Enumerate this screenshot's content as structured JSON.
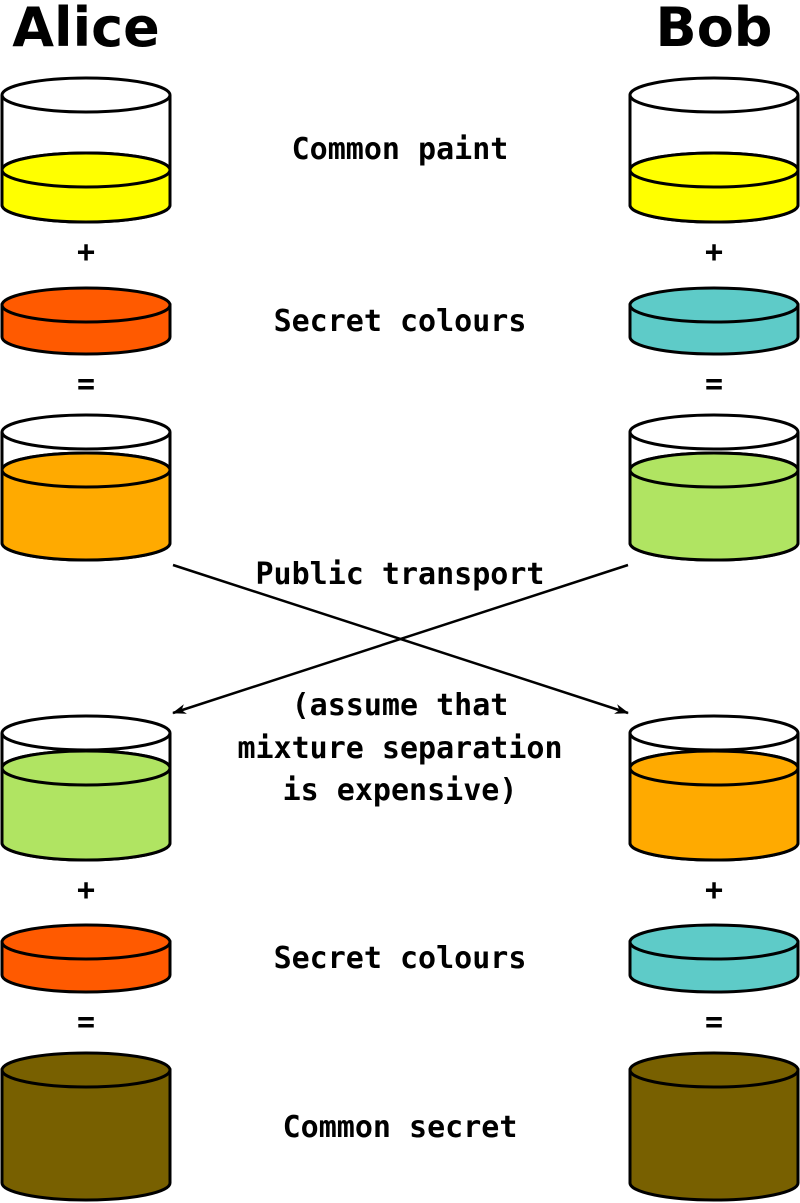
{
  "participants": {
    "left": "Alice",
    "right": "Bob"
  },
  "steps": {
    "common_paint": "Common paint",
    "secret_colours_1": "Secret colours",
    "public_transport": "Public transport",
    "assumption_line1": "(assume that",
    "assumption_line2": "mixture separation",
    "assumption_line3": "is expensive)",
    "secret_colours_2": "Secret colours",
    "common_secret": "Common secret"
  },
  "operators": {
    "plus": "+",
    "equals": "="
  },
  "colors": {
    "common_paint": "#ffff00",
    "alice_secret": "#ff5a00",
    "bob_secret": "#5ecbc8",
    "alice_mixture": "#ffaa00",
    "bob_mixture": "#b0e462",
    "common_secret": "#786000"
  }
}
